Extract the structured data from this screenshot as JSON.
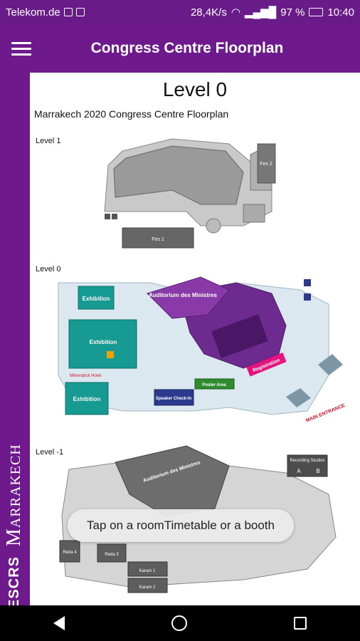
{
  "status": {
    "carrier": "Telekom.de",
    "speed": "28,4K/s",
    "battery": "97 %",
    "time": "10:40"
  },
  "appbar": {
    "title": "Congress Centre Floorplan"
  },
  "side_banner": {
    "brand": "ESCRS",
    "city": "Marrakech"
  },
  "page": {
    "level_title": "Level 0",
    "subtitle": "Marrakech 2020 Congress Centre Floorplan"
  },
  "plans": {
    "level1": {
      "label": "Level 1",
      "rooms": [
        "Fes 1",
        "Fes 2"
      ]
    },
    "level0": {
      "label": "Level 0",
      "rooms": [
        "Exhibition",
        "Exhibition",
        "Exhibition",
        "Auditorium des Ministres",
        "Registration",
        "Poster Area",
        "Speaker Check-In",
        "Mövenpick Hotel",
        "MAIN ENTRANCE"
      ]
    },
    "level_minus1": {
      "label": "Level -1",
      "rooms": [
        "Auditorium des Ministres",
        "Recording Studios",
        "A",
        "B",
        "Reda 4",
        "Reda 3",
        "Karam 1",
        "Karam 2"
      ]
    }
  },
  "toast": {
    "text": "Tap on a roomTimetable or a booth"
  },
  "colors": {
    "primary": "#6f1a8c",
    "exhibition": "#179a91",
    "auditorium": "#7b2a98",
    "registration": "#e6137e",
    "poster": "#2e8b2e",
    "speaker": "#2b3a8c"
  }
}
